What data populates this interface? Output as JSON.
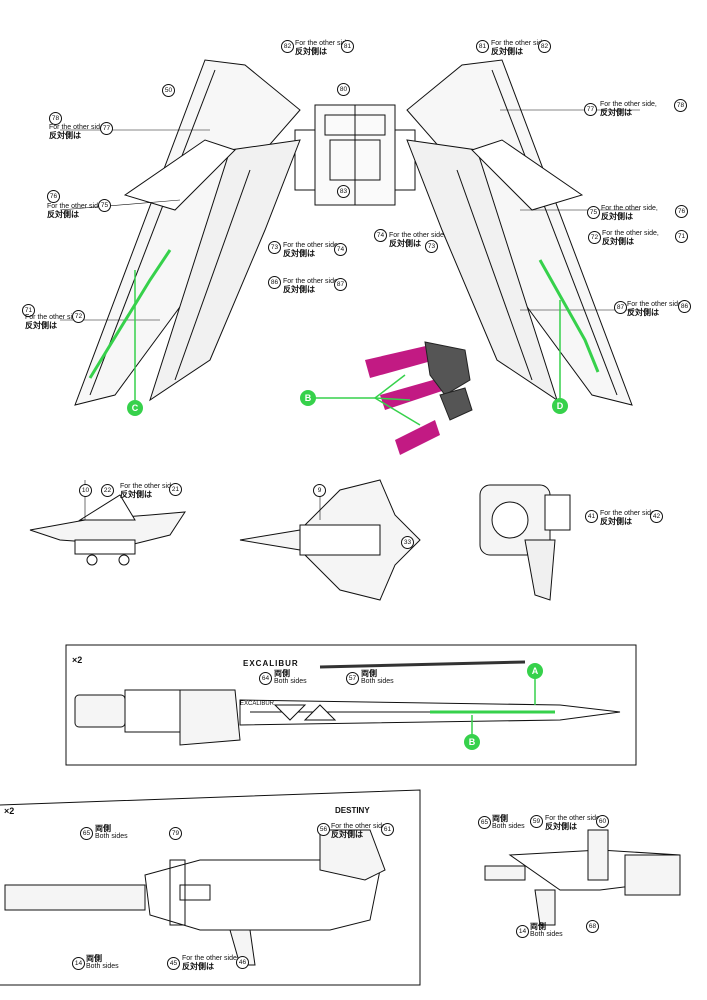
{
  "page": {
    "other_side_en": "For the other side,",
    "other_side_jp": "反対側は",
    "both_en": "Both sides",
    "both_jp": "両側",
    "multiplier": "×2"
  },
  "wings": {
    "top_left_pair": [
      "82",
      "81"
    ],
    "top_right_pair": [
      "81",
      "82"
    ],
    "center": [
      "80",
      "83"
    ],
    "left_labels": [
      {
        "a": "50",
        "b": ""
      },
      {
        "a": "78",
        "b": "77"
      },
      {
        "a": "76",
        "b": "75"
      },
      {
        "a": "71",
        "b": "72"
      },
      {
        "a": "73",
        "b": "74"
      },
      {
        "a": "86",
        "b": "87"
      }
    ],
    "right_labels": [
      {
        "a": "77",
        "b": "78"
      },
      {
        "a": "75",
        "b": "76"
      },
      {
        "a": "72",
        "b": "71"
      },
      {
        "a": "74",
        "b": "73"
      },
      {
        "a": "87",
        "b": "86"
      }
    ],
    "green_left": "C",
    "green_mid": "B",
    "green_right": "D"
  },
  "middle_row": {
    "jet_left": [
      "10",
      "22",
      "21"
    ],
    "jet_center": [
      "9",
      "33"
    ],
    "head": [
      "41",
      "42"
    ]
  },
  "sword": {
    "logo": "EXCALIBUR",
    "blade_text": "EXCALIBUR",
    "n64": "64",
    "n57": "57",
    "green_a": "A",
    "green_b": "B"
  },
  "rifle_left": {
    "n65": "65",
    "n79": "79",
    "n56": "56",
    "n61": "61",
    "n14": "14",
    "n45": "45",
    "n46": "46",
    "logo": "DESTINY"
  },
  "rifle_right": {
    "n65": "65",
    "n59": "59",
    "n60": "60",
    "n14": "14",
    "n68": "68"
  },
  "colors": {
    "green": "#36d14b",
    "magenta": "#c21a83",
    "ink": "#111111"
  }
}
